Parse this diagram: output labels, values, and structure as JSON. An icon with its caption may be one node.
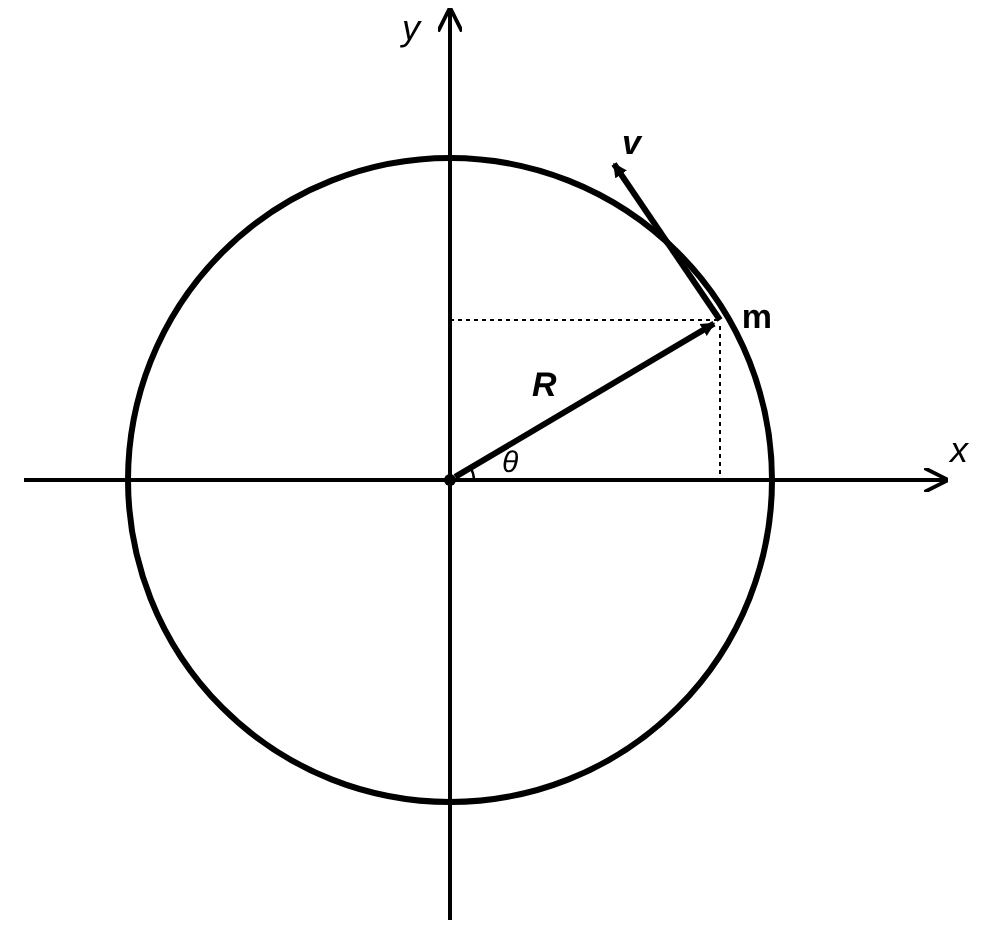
{
  "diagram": {
    "nodes": [
      {
        "text": [],
        "shape": "circle"
      },
      {
        "text": [
          "m"
        ]
      }
    ],
    "edges": [
      {
        "from": 0,
        "to": 1,
        "arrow": "to",
        "label": "R"
      }
    ],
    "labels": [
      "y",
      "v",
      "x",
      "θ"
    ]
  }
}
